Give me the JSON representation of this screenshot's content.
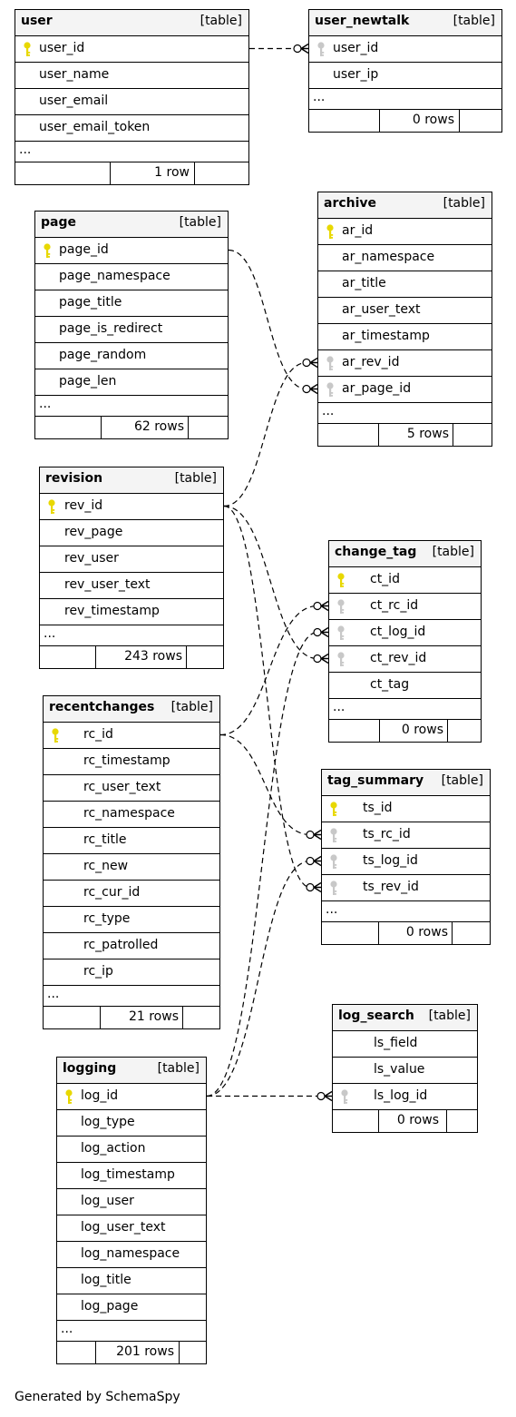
{
  "kind_label": "[table]",
  "more_label": "...",
  "footer": "Generated by SchemaSpy",
  "colors": {
    "pk": "#e8d800",
    "fk": "#c8c8c8"
  },
  "tables": [
    {
      "id": "user",
      "name": "user",
      "rows": "1 row",
      "columns": [
        {
          "name": "user_id",
          "key": "pk"
        },
        {
          "name": "user_name"
        },
        {
          "name": "user_email"
        },
        {
          "name": "user_email_token"
        }
      ]
    },
    {
      "id": "user_newtalk",
      "name": "user_newtalk",
      "rows": "0 rows",
      "columns": [
        {
          "name": "user_id",
          "key": "fk"
        },
        {
          "name": "user_ip"
        }
      ]
    },
    {
      "id": "page",
      "name": "page",
      "rows": "62 rows",
      "columns": [
        {
          "name": "page_id",
          "key": "pk"
        },
        {
          "name": "page_namespace"
        },
        {
          "name": "page_title"
        },
        {
          "name": "page_is_redirect"
        },
        {
          "name": "page_random"
        },
        {
          "name": "page_len"
        }
      ]
    },
    {
      "id": "archive",
      "name": "archive",
      "rows": "5 rows",
      "columns": [
        {
          "name": "ar_id",
          "key": "pk"
        },
        {
          "name": "ar_namespace"
        },
        {
          "name": "ar_title"
        },
        {
          "name": "ar_user_text"
        },
        {
          "name": "ar_timestamp"
        },
        {
          "name": "ar_rev_id",
          "key": "fk"
        },
        {
          "name": "ar_page_id",
          "key": "fk"
        }
      ]
    },
    {
      "id": "revision",
      "name": "revision",
      "rows": "243 rows",
      "columns": [
        {
          "name": "rev_id",
          "key": "pk"
        },
        {
          "name": "rev_page"
        },
        {
          "name": "rev_user"
        },
        {
          "name": "rev_user_text"
        },
        {
          "name": "rev_timestamp"
        }
      ]
    },
    {
      "id": "change_tag",
      "name": "change_tag",
      "rows": "0 rows",
      "columns": [
        {
          "name": "ct_id",
          "key": "pk"
        },
        {
          "name": "ct_rc_id",
          "key": "fk"
        },
        {
          "name": "ct_log_id",
          "key": "fk"
        },
        {
          "name": "ct_rev_id",
          "key": "fk"
        },
        {
          "name": "ct_tag"
        }
      ]
    },
    {
      "id": "recentchanges",
      "name": "recentchanges",
      "rows": "21 rows",
      "columns": [
        {
          "name": "rc_id",
          "key": "pk"
        },
        {
          "name": "rc_timestamp"
        },
        {
          "name": "rc_user_text"
        },
        {
          "name": "rc_namespace"
        },
        {
          "name": "rc_title"
        },
        {
          "name": "rc_new"
        },
        {
          "name": "rc_cur_id"
        },
        {
          "name": "rc_type"
        },
        {
          "name": "rc_patrolled"
        },
        {
          "name": "rc_ip"
        }
      ]
    },
    {
      "id": "tag_summary",
      "name": "tag_summary",
      "rows": "0 rows",
      "columns": [
        {
          "name": "ts_id",
          "key": "pk"
        },
        {
          "name": "ts_rc_id",
          "key": "fk"
        },
        {
          "name": "ts_log_id",
          "key": "fk"
        },
        {
          "name": "ts_rev_id",
          "key": "fk"
        }
      ]
    },
    {
      "id": "log_search",
      "name": "log_search",
      "rows": "0 rows",
      "no_more": true,
      "columns": [
        {
          "name": "ls_field"
        },
        {
          "name": "ls_value"
        },
        {
          "name": "ls_log_id",
          "key": "fk"
        }
      ]
    },
    {
      "id": "logging",
      "name": "logging",
      "rows": "201 rows",
      "columns": [
        {
          "name": "log_id",
          "key": "pk"
        },
        {
          "name": "log_type"
        },
        {
          "name": "log_action"
        },
        {
          "name": "log_timestamp"
        },
        {
          "name": "log_user"
        },
        {
          "name": "log_user_text"
        },
        {
          "name": "log_namespace"
        },
        {
          "name": "log_title"
        },
        {
          "name": "log_page"
        }
      ]
    }
  ],
  "relationships": [
    {
      "from": "user.user_id",
      "to": "user_newtalk.user_id"
    },
    {
      "from": "page.page_id",
      "to": "archive.ar_page_id"
    },
    {
      "from": "revision.rev_id",
      "to": "archive.ar_rev_id"
    },
    {
      "from": "revision.rev_id",
      "to": "change_tag.ct_rev_id"
    },
    {
      "from": "revision.rev_id",
      "to": "tag_summary.ts_rev_id"
    },
    {
      "from": "recentchanges.rc_id",
      "to": "change_tag.ct_rc_id"
    },
    {
      "from": "recentchanges.rc_id",
      "to": "tag_summary.ts_rc_id"
    },
    {
      "from": "logging.log_id",
      "to": "change_tag.ct_log_id"
    },
    {
      "from": "logging.log_id",
      "to": "tag_summary.ts_log_id"
    },
    {
      "from": "logging.log_id",
      "to": "log_search.ls_log_id"
    }
  ]
}
